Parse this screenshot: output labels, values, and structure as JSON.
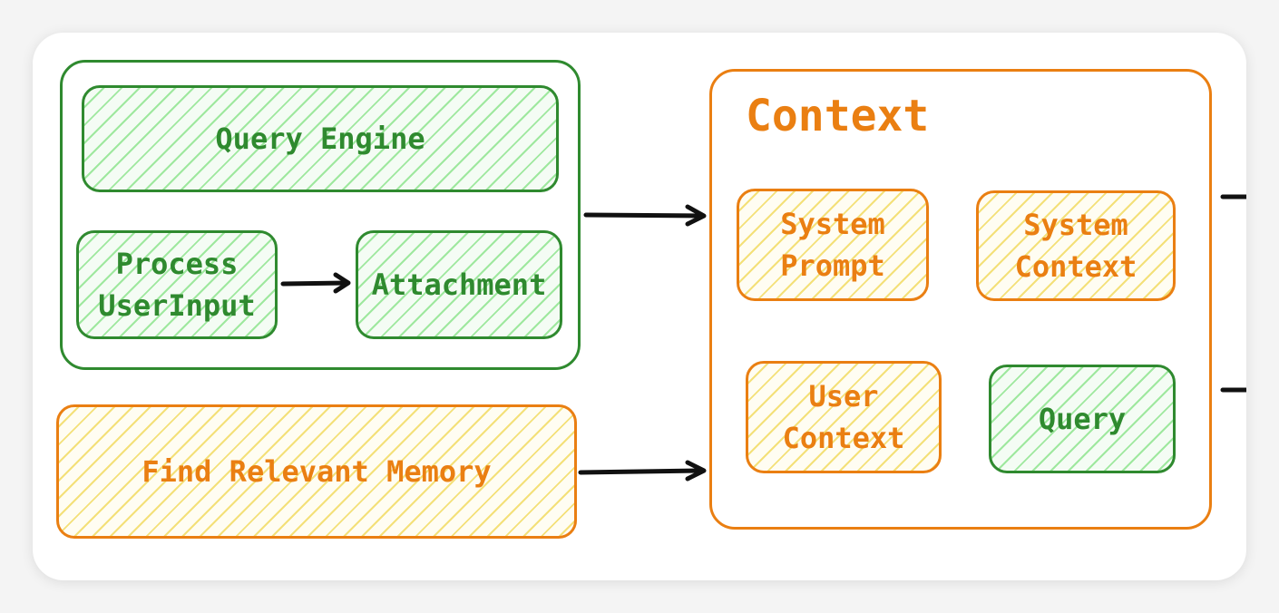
{
  "diagram": {
    "query_engine_label": "Query Engine",
    "process_user_input_label": "Process\nUserInput",
    "attachment_label": "Attachment",
    "find_relevant_memory_label": "Find Relevant Memory",
    "context_title": "Context",
    "system_prompt_label": "System\nPrompt",
    "system_context_label": "System\nContext",
    "user_context_label": "User\nContext",
    "query_label": "Query"
  },
  "colors": {
    "green": "#2f8a2f",
    "orange": "#ea7f12",
    "arrow": "#111111"
  }
}
